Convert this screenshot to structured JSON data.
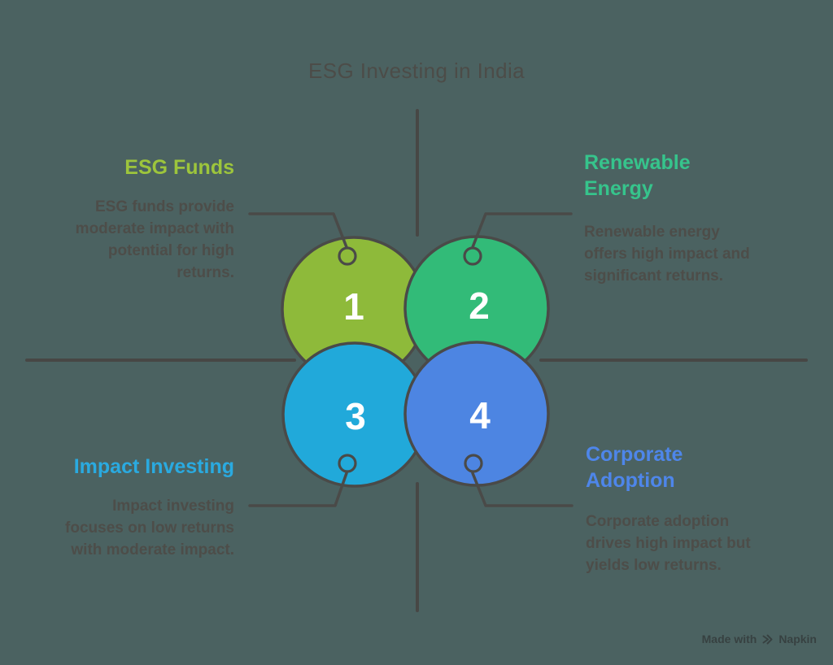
{
  "page": {
    "background_color": "#4b6261",
    "title": "ESG Investing in India",
    "title_color": "#4c4c48",
    "body_text_color": "#4d4d49",
    "outline_color": "#4a4a48",
    "number_color": "#ffffff",
    "watermark": {
      "prefix": "Made with",
      "brand": "Napkin"
    }
  },
  "quadrants": [
    {
      "number": "1",
      "heading": "ESG Funds",
      "heading_lines": [
        "ESG Funds"
      ],
      "heading_color": "#9dc53c",
      "circle_color": "#8eba3a",
      "body_lines": [
        "ESG funds provide",
        "moderate impact with",
        "potential for high",
        "returns."
      ]
    },
    {
      "number": "2",
      "heading": "Renewable Energy",
      "heading_lines": [
        "Renewable",
        "Energy"
      ],
      "heading_color": "#36c48c",
      "circle_color": "#32bb78",
      "body_lines": [
        "Renewable energy",
        "offers high impact and",
        "significant returns."
      ]
    },
    {
      "number": "3",
      "heading": "Impact Investing",
      "heading_lines": [
        "Impact Investing"
      ],
      "heading_color": "#2aaae0",
      "circle_color": "#21a9da",
      "body_lines": [
        "Impact investing",
        "focuses on low returns",
        "with moderate impact."
      ]
    },
    {
      "number": "4",
      "heading": "Corporate Adoption",
      "heading_lines": [
        "Corporate",
        "Adoption"
      ],
      "heading_color": "#4e86ea",
      "circle_color": "#4d85e2",
      "body_lines": [
        "Corporate adoption",
        "drives high impact but",
        "yields low returns."
      ]
    }
  ]
}
